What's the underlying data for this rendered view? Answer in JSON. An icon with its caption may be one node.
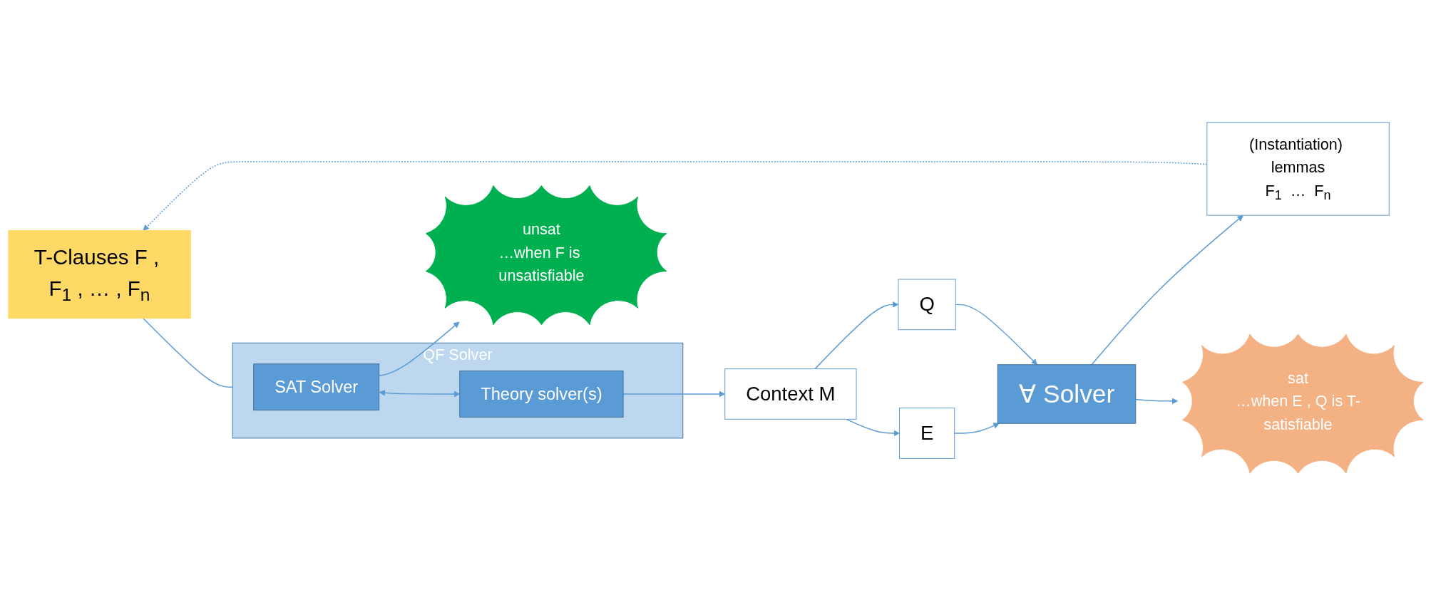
{
  "diagram": {
    "nodes": [
      {
        "text": [
          "T-Clauses F , F$_{1}$ , … , F$_{n}$"
        ]
      },
      {
        "text": [
          "QF Solver"
        ]
      },
      {
        "text": [
          "SAT Solver"
        ],
        "in": 1
      },
      {
        "text": [
          "Theory solver(s)"
        ],
        "in": 1
      },
      {
        "text": [
          "unsat",
          "…when F is unsatisfiable"
        ]
      },
      {
        "text": [
          "Context M"
        ]
      },
      {
        "text": [
          "E"
        ]
      },
      {
        "text": [
          "Q"
        ]
      },
      {
        "text": [
          "∀ Solver"
        ]
      },
      {
        "text": [
          "(Instantiation) lemmas",
          "F$_{1}$",
          "…",
          "F$_{n}$"
        ]
      },
      {
        "text": [
          "sat",
          "…when E , Q is T-satisfiable"
        ]
      }
    ],
    "edges": [
      {
        "from": 0,
        "to": 1,
        "arrow": "none"
      },
      {
        "from": 2,
        "to": 3,
        "arrow": "both"
      },
      {
        "from": 3,
        "to": 5,
        "arrow": "to"
      },
      {
        "from": 2,
        "to": 4,
        "arrow": "to"
      },
      {
        "from": 5,
        "to": 6,
        "arrow": "to"
      },
      {
        "from": 5,
        "to": 7,
        "arrow": "to"
      },
      {
        "from": 6,
        "to": 8,
        "arrow": "to"
      },
      {
        "from": 7,
        "to": 8,
        "arrow": "to"
      },
      {
        "from": 8,
        "to": 9,
        "arrow": "to"
      },
      {
        "from": 8,
        "to": 10,
        "arrow": "to"
      },
      {
        "from": 9,
        "to": 0,
        "arrow": "to",
        "style": "dashed"
      }
    ]
  }
}
